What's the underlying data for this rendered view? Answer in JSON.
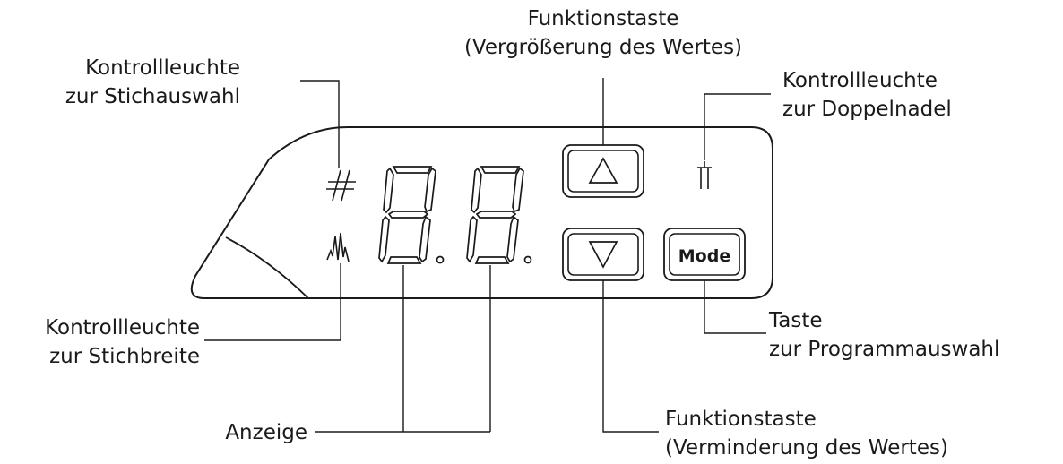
{
  "labels": {
    "stitch_select_led": {
      "line1": "Kontrollleuchte",
      "line2": "zur Stichauswahl"
    },
    "increase_key": {
      "line1": "Funktionstaste",
      "line2": "(Vergrößerung des Wertes)"
    },
    "twin_needle_led": {
      "line1": "Kontrollleuchte",
      "line2": "zur Doppelnadel"
    },
    "stitch_width_led": {
      "line1": "Kontrollleuchte",
      "line2": "zur Stichbreite"
    },
    "mode_key_label": {
      "line1": "Taste",
      "line2": "zur Programmauswahl"
    },
    "display": "Anzeige",
    "decrease_key": {
      "line1": "Funktionstaste",
      "line2": "(Verminderung des Wertes)"
    }
  },
  "panel": {
    "mode_button_text": "Mode"
  },
  "icons": {
    "stitch_select": "hash-icon",
    "stitch_width": "zigzag-icon",
    "twin_needle": "twin-needle-icon",
    "up": "triangle-up-icon",
    "down": "triangle-down-icon"
  }
}
